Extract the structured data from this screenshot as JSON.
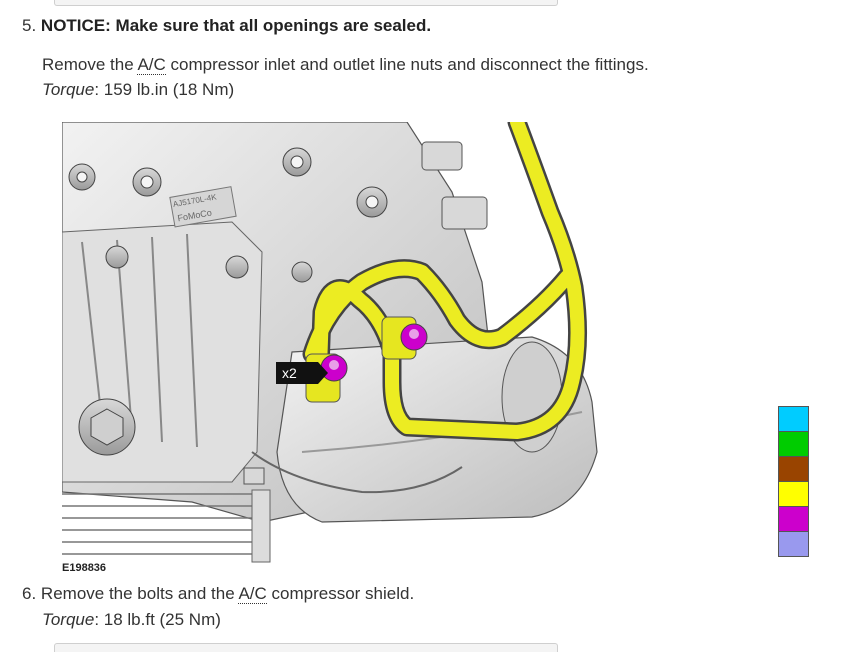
{
  "step5": {
    "number": "5.",
    "notice": "NOTICE: Make sure that all openings are sealed.",
    "instruction_before": "Remove the ",
    "abbr": "A/C",
    "instruction_after": " compressor inlet and outlet line nuts and disconnect the fittings.",
    "torque_label": "Torque",
    "torque_value": ": 159 lb.in (18 Nm)"
  },
  "figure": {
    "callout": "x2",
    "logo_line1": "AJ5170L-4K",
    "logo_line2": "FoMoCo",
    "id": "E198836"
  },
  "step6": {
    "number": "6.",
    "instruction_before": "Remove the bolts and the ",
    "abbr": "A/C",
    "instruction_after": " compressor shield.",
    "torque_label": "Torque",
    "torque_value": ": 18 lb.ft (25 Nm)"
  },
  "legend": {
    "colors": [
      "#00ccff",
      "#00cc00",
      "#994400",
      "#ffff00",
      "#cc00cc",
      "#9999ee"
    ]
  }
}
